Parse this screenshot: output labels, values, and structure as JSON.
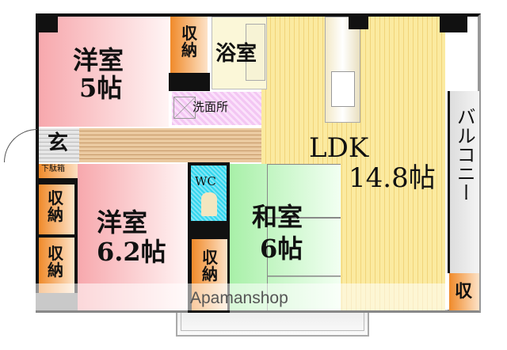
{
  "rooms": {
    "western_5": {
      "name": "洋室",
      "size": "5帖"
    },
    "storage_top": "収納",
    "bath": "浴室",
    "washroom": "洗面所",
    "entrance": "玄",
    "shoe_box": "下駄箱",
    "storage_left_1": "収納",
    "storage_left_2": "収納",
    "western_62": {
      "name": "洋室",
      "size": "6.2帖"
    },
    "wc": "WC",
    "storage_mid": "収納",
    "japanese_6": {
      "name": "和室",
      "size": "6帖"
    },
    "ldk": {
      "name": "LDK",
      "size": "14.8帖"
    },
    "balcony": "バルコニー",
    "storage_balcony": "収"
  },
  "watermark": "Apamanshop",
  "colors": {
    "western": "#f7a8ad",
    "storage": "#f08a2a",
    "wc": "#33d6ee",
    "japanese": "#a8f0a8",
    "ldk": "#fbeaa0",
    "washroom": "#f3c6f3",
    "wall": "#111111"
  }
}
